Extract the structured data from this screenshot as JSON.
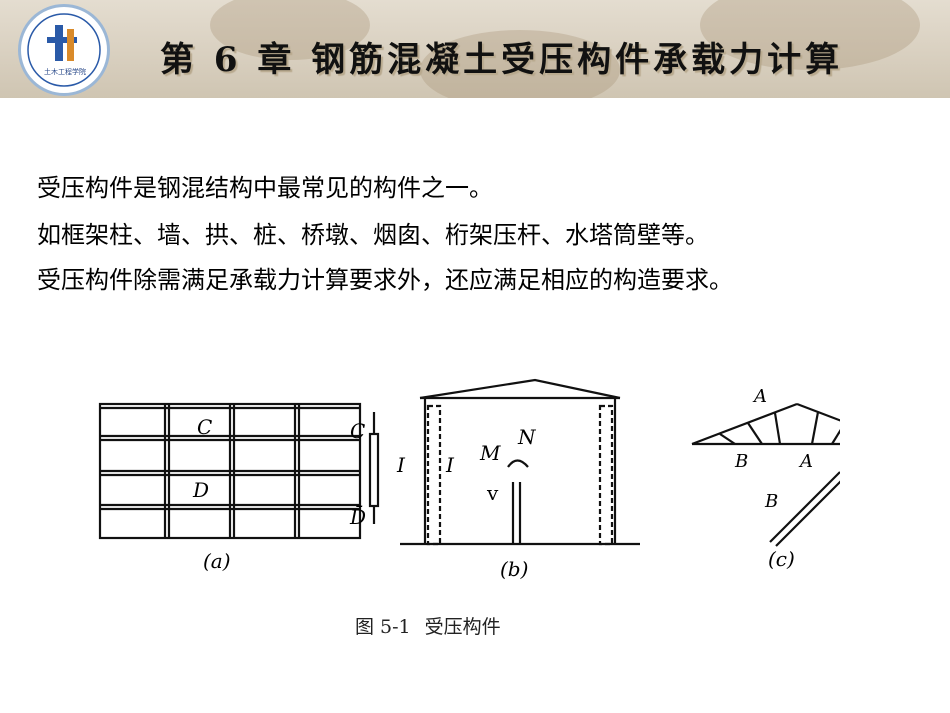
{
  "header": {
    "title": "第 6 章  钢筋混凝土受压构件承载力计算",
    "logo": {
      "name": "university-seal-logo",
      "text": "土木工程学院"
    }
  },
  "content": {
    "lines": [
      "受压构件是钢混结构中最常见的构件之一。",
      "如框架柱、墙、拱、桩、桥墩、烟囱、桁架压杆、水塔筒壁等。",
      "受压构件除需满足承载力计算要求外，还应满足相应的构造要求。"
    ]
  },
  "figure": {
    "caption_number": "图 5-1",
    "caption_text": "受压构件",
    "labels": {
      "a_c": "C",
      "a_d": "D",
      "a_c2": "C",
      "a_d2": "D̄",
      "b_i1": "I",
      "b_i2": "I",
      "b_m": "M",
      "b_n": "N",
      "b_v": "v",
      "c_a1": "A",
      "c_b1": "B",
      "c_a2": "A",
      "c_b2": "B"
    },
    "sublabels": {
      "a": "(a)",
      "b": "(b)",
      "c": "(c)"
    }
  }
}
